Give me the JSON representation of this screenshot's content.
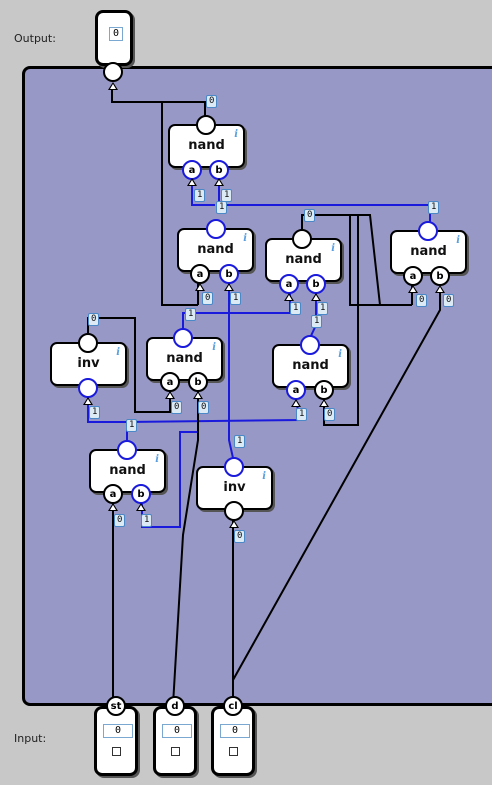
{
  "labels": {
    "output": "Output:",
    "input": "Input:"
  },
  "output_pin": {
    "value": "0"
  },
  "inputs": [
    {
      "name": "st",
      "value": "0"
    },
    {
      "name": "d",
      "value": "0"
    },
    {
      "name": "cl",
      "value": "0"
    }
  ],
  "gates": {
    "nand1": {
      "type": "nand",
      "in_a": "a",
      "in_b": "b"
    },
    "nand2": {
      "type": "nand",
      "in_a": "a",
      "in_b": "b"
    },
    "nand3": {
      "type": "nand",
      "in_a": "a",
      "in_b": "b"
    },
    "nand4": {
      "type": "nand",
      "in_a": "a",
      "in_b": "b"
    },
    "nand5": {
      "type": "nand",
      "in_a": "a",
      "in_b": "b"
    },
    "nand6": {
      "type": "nand",
      "in_a": "a",
      "in_b": "b"
    },
    "nand7": {
      "type": "nand",
      "in_a": "a",
      "in_b": "b"
    },
    "inv1": {
      "type": "inv"
    },
    "inv2": {
      "type": "inv"
    }
  },
  "info_glyph": "i",
  "wire_values": [
    "0",
    "1",
    "1",
    "0",
    "1",
    "1",
    "1",
    "0",
    "0",
    "0",
    "1",
    "1",
    "1",
    "1",
    "0",
    "0",
    "1",
    "0",
    "1",
    "0",
    "1",
    "1",
    "0",
    "1",
    "0",
    "0"
  ],
  "colors": {
    "canvas": "#9898c6",
    "active_wire": "#1a1adc",
    "inactive_wire": "#000000",
    "background": "#c8c8c8"
  }
}
